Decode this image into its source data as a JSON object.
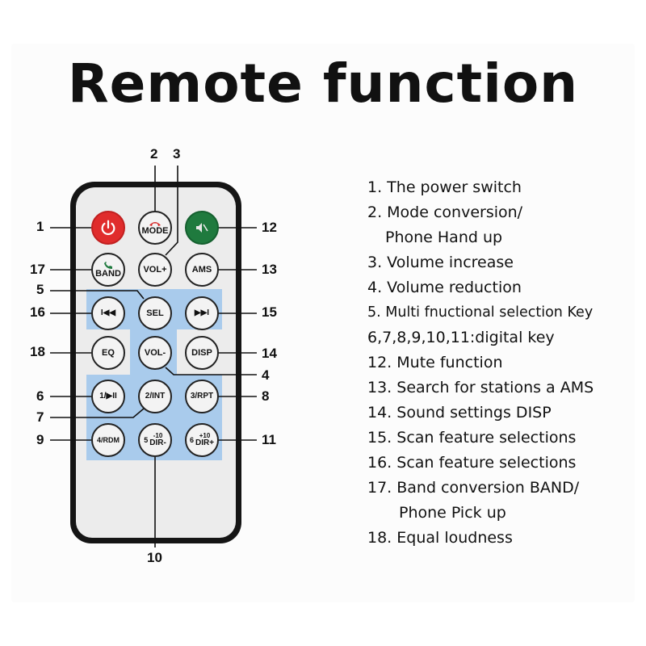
{
  "title": "Remote function",
  "buttons": {
    "power": "",
    "mode": "MODE",
    "mute": "",
    "band": "BAND",
    "vol_up": "VOL+",
    "ams": "AMS",
    "prev": "I◀◀",
    "sel": "SEL",
    "next": "▶▶I",
    "eq": "EQ",
    "vol_down": "VOL-",
    "disp": "DISP",
    "k1": "1/▶II",
    "k2": "2/INT",
    "k3": "3/RPT",
    "k4": "4/RDM",
    "k5_num": "5",
    "k5_top": "-10",
    "k5_bottom": "DIR-",
    "k6_num": "6",
    "k6_top": "+10",
    "k6_bottom": "DIR+"
  },
  "callouts": [
    "1",
    "2",
    "3",
    "4",
    "5",
    "6",
    "7",
    "8",
    "9",
    "10",
    "11",
    "12",
    "13",
    "14",
    "15",
    "16",
    "17",
    "18"
  ],
  "descriptions": [
    "1. The power switch",
    "2. Mode conversion/",
    "Phone Hand up",
    "3. Volume increase",
    "4. Volume reduction",
    "5. Multi fnuctional selection Key",
    "6,7,8,9,10,11:digital key",
    "12. Mute function",
    "13. Search for stations a AMS",
    "14. Sound settings DISP",
    "15. Scan feature selections",
    "16. Scan feature selections",
    "17. Band conversion BAND/",
    "Phone Pick up",
    "18. Equal loudness"
  ],
  "colors": {
    "power": "#e02c2c",
    "mute": "#1f7a3e",
    "panel": "#a9cbec",
    "body": "#151515"
  }
}
